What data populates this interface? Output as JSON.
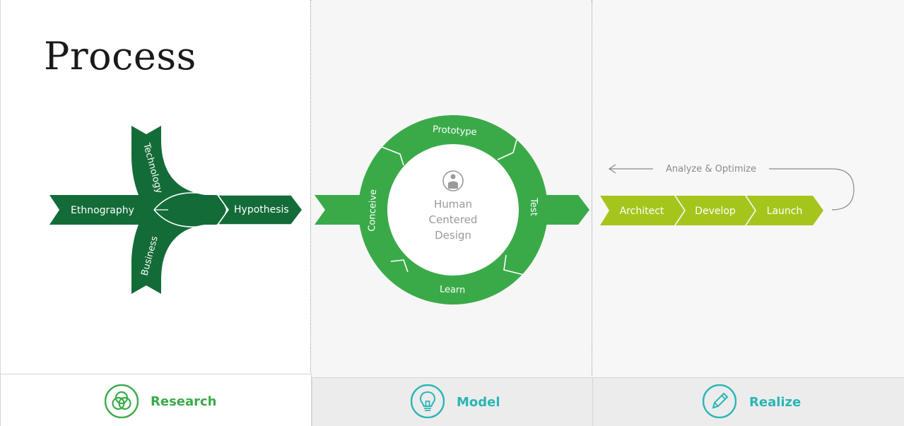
{
  "title": "Process",
  "research": {
    "labels": {
      "ethnography": "Ethnography",
      "technology": "Technology",
      "business": "Business",
      "hypothesis": "Hypothesis"
    }
  },
  "model": {
    "center": [
      "Human",
      "Centered",
      "Design"
    ],
    "stages": {
      "prototype": "Prototype",
      "test": "Test",
      "learn": "Learn",
      "conceive": "Conceive"
    }
  },
  "realize": {
    "feedback_label": "Analyze & Optimize",
    "steps": [
      "Architect",
      "Develop",
      "Launch"
    ]
  },
  "tabs": {
    "research": "Research",
    "model": "Model",
    "realize": "Realize"
  },
  "colors": {
    "dark_green": "#136c38",
    "mid_green": "#3aaa49",
    "lime": "#a6c51c",
    "teal": "#2ab5b5"
  },
  "icons": {
    "research": "venn-circles-icon",
    "model": "lightbulb-icon",
    "realize": "pencil-icon",
    "center": "person-icon",
    "feedback": "arrow-left-icon"
  }
}
